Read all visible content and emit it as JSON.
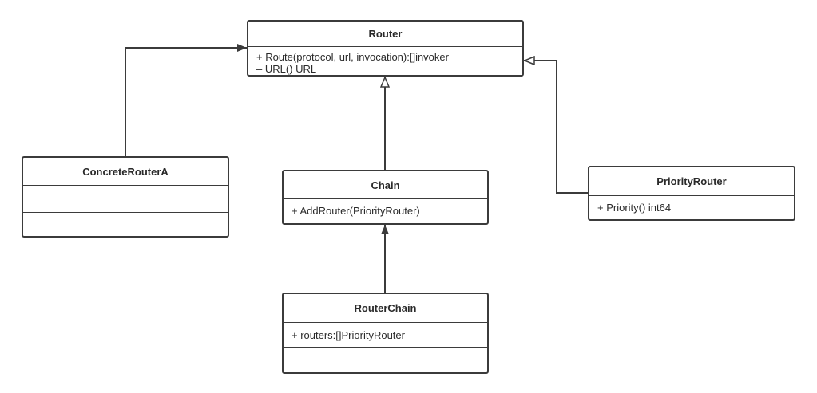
{
  "classes": {
    "router": {
      "name": "Router",
      "members": [
        "+ Route(protocol, url, invocation):[]invoker",
        "– URL() URL"
      ]
    },
    "concrete_router_a": {
      "name": "ConcreteRouterA",
      "members": []
    },
    "chain": {
      "name": "Chain",
      "members": [
        "+ AddRouter(PriorityRouter)"
      ]
    },
    "priority_router": {
      "name": "PriorityRouter",
      "members": [
        "+ Priority() int64"
      ]
    },
    "router_chain": {
      "name": "RouterChain",
      "members": [
        "+ routers:[]PriorityRouter"
      ]
    }
  },
  "relations": [
    {
      "from": "ConcreteRouterA",
      "to": "Router",
      "kind": "association"
    },
    {
      "from": "Chain",
      "to": "Router",
      "kind": "realization"
    },
    {
      "from": "PriorityRouter",
      "to": "Router",
      "kind": "realization"
    },
    {
      "from": "RouterChain",
      "to": "Chain",
      "kind": "composition"
    }
  ]
}
